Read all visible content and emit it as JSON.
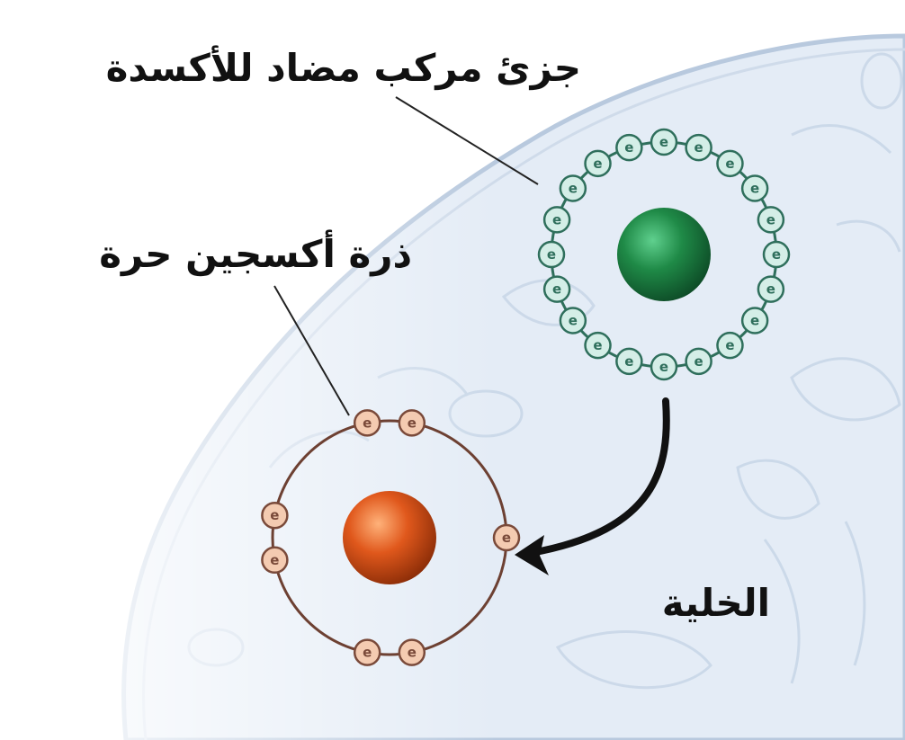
{
  "labels": {
    "antioxidant_molecule": "جزئ مركب مضاد للأكسدة",
    "free_oxygen_atom": "ذرة أكسجين حرة",
    "cell": "الخلية"
  },
  "electron_symbol": "e",
  "antioxidant": {
    "electron_count": 20,
    "nucleus_color": "#1f7a3c",
    "electron_color": "#d4eee7",
    "ring_color": "#2f6f5c"
  },
  "free_radical": {
    "electron_count": 7,
    "nucleus_color": "#d9531b",
    "electron_color": "#f4cbb1",
    "ring_color": "#7a4a3a"
  },
  "colors": {
    "cell_fill": "#e6eef8",
    "cell_outline": "#b9cbe0",
    "arrow": "#111111"
  }
}
